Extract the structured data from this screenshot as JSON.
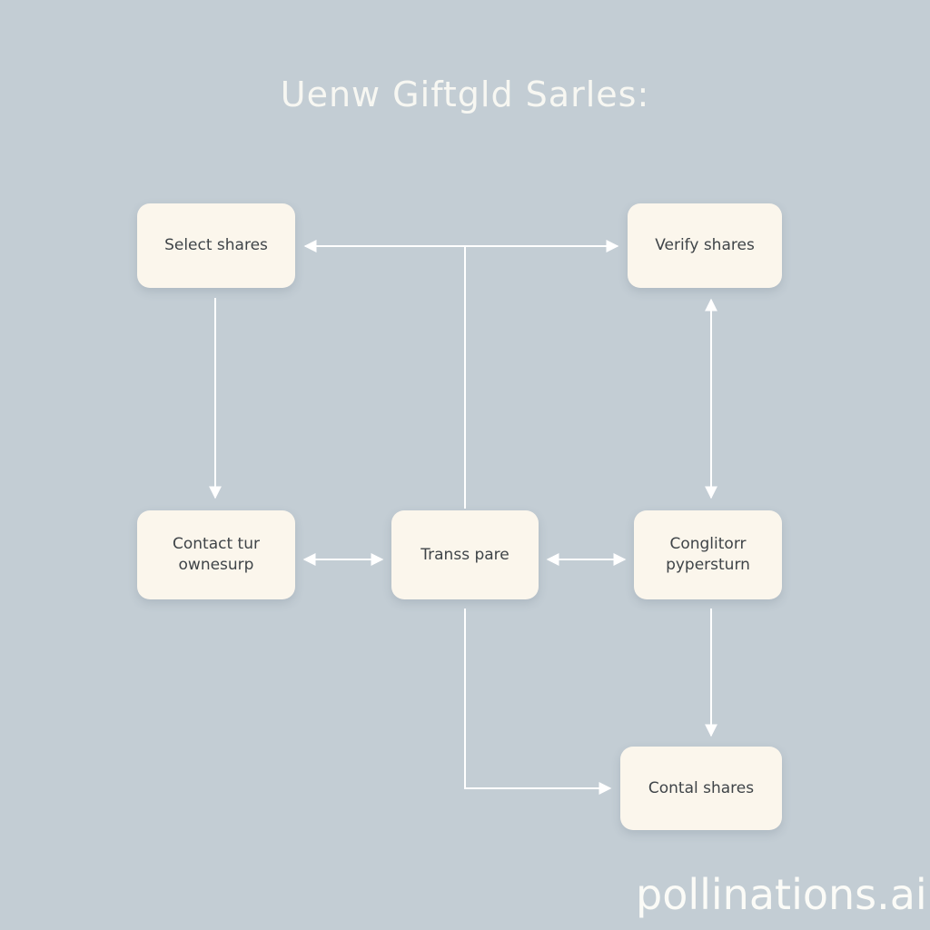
{
  "diagram": {
    "title": "Uenw Giftgld Sarles:",
    "nodes": [
      {
        "id": "n1",
        "label": "Select shares"
      },
      {
        "id": "n2",
        "label": "Verify shares"
      },
      {
        "id": "n3",
        "label": "Contact tur\nownesurp"
      },
      {
        "id": "n4",
        "label": "Transs pare"
      },
      {
        "id": "n5",
        "label": "Conglitorr\npypersturn"
      },
      {
        "id": "n6",
        "label": "Contal shares"
      }
    ],
    "edges": [
      {
        "from": "n1",
        "to": "n2",
        "bidirectional": true
      },
      {
        "from": "n4",
        "to": "n1",
        "bidirectional": false,
        "note": "trunk joins top connector"
      },
      {
        "from": "n1",
        "to": "n3",
        "bidirectional": false
      },
      {
        "from": "n2",
        "to": "n5",
        "bidirectional": true
      },
      {
        "from": "n3",
        "to": "n4",
        "bidirectional": true
      },
      {
        "from": "n4",
        "to": "n5",
        "bidirectional": true
      },
      {
        "from": "n5",
        "to": "n6",
        "bidirectional": false
      },
      {
        "from": "n4",
        "to": "n6",
        "bidirectional": false
      }
    ],
    "colors": {
      "background": "#c3cdd4",
      "node_fill": "#fbf6ec",
      "connector": "#ffffff",
      "text": "#3f4448",
      "title": "#f7f7f2"
    }
  },
  "watermark": {
    "text": "pollinations.ai"
  }
}
